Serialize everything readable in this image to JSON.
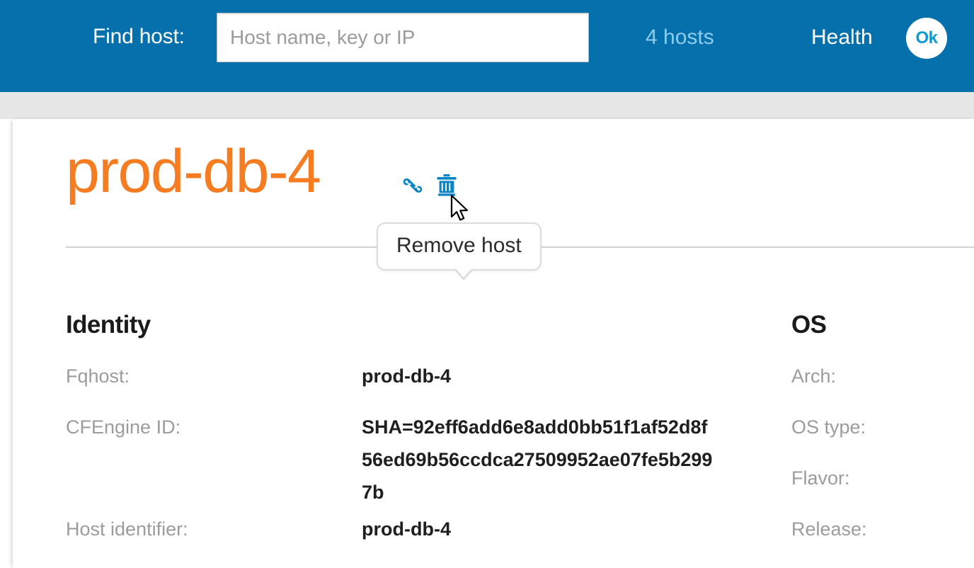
{
  "header": {
    "find_label": "Find host:",
    "search": {
      "value": "",
      "placeholder": "Host name, key or IP"
    },
    "hosts_count": "4 hosts",
    "health_label": "Health",
    "health_status": "Ok",
    "bar_color": "#0670AC",
    "hosts_count_color": "#8DCCEC",
    "health_status_color": "#0B9AD4"
  },
  "page": {
    "title": "prod-db-4",
    "title_color": "#F57C20",
    "actions": [
      {
        "name": "link-icon",
        "label": "Copy link",
        "color": "#0B85C4"
      },
      {
        "name": "trash-icon",
        "label": "Remove host",
        "color": "#0B85C4"
      }
    ]
  },
  "tooltip": {
    "text": "Remove host"
  },
  "sections": [
    {
      "heading": "Identity",
      "rows": [
        {
          "label": "Fqhost:",
          "value": "prod-db-4"
        },
        {
          "label": "CFEngine ID:",
          "value": "SHA=92eff6add6e8add0bb51f1af52d8f56ed69b56ccdca27509952ae07fe5b2997b"
        },
        {
          "label": "Host identifier:",
          "value": "prod-db-4"
        }
      ]
    },
    {
      "heading": "OS",
      "rows": [
        {
          "label": "Arch:",
          "value": ""
        },
        {
          "label": "OS type:",
          "value": ""
        },
        {
          "label": "Flavor:",
          "value": ""
        },
        {
          "label": "Release:",
          "value": ""
        }
      ]
    }
  ]
}
